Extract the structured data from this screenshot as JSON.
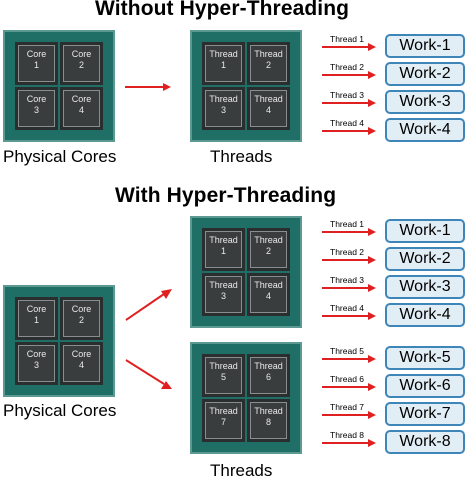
{
  "top": {
    "title": "Without Hyper-Threading",
    "cores": [
      "Core\n1",
      "Core\n2",
      "Core\n3",
      "Core\n4"
    ],
    "threads": [
      "Thread\n1",
      "Thread\n2",
      "Thread\n3",
      "Thread\n4"
    ],
    "physical_label": "Physical Cores",
    "threads_label": "Threads",
    "arrows": [
      "Thread 1",
      "Thread 2",
      "Thread 3",
      "Thread 4"
    ],
    "works": [
      "Work-1",
      "Work-2",
      "Work-3",
      "Work-4"
    ]
  },
  "bottom": {
    "title": "With Hyper-Threading",
    "cores": [
      "Core\n1",
      "Core\n2",
      "Core\n3",
      "Core\n4"
    ],
    "threads_a": [
      "Thread\n1",
      "Thread\n2",
      "Thread\n3",
      "Thread\n4"
    ],
    "threads_b": [
      "Thread\n5",
      "Thread\n6",
      "Thread\n7",
      "Thread\n8"
    ],
    "physical_label": "Physical Cores",
    "threads_label": "Threads",
    "arrows": [
      "Thread 1",
      "Thread 2",
      "Thread 3",
      "Thread 4",
      "Thread 5",
      "Thread 6",
      "Thread 7",
      "Thread 8"
    ],
    "works": [
      "Work-1",
      "Work-2",
      "Work-3",
      "Work-4",
      "Work-5",
      "Work-6",
      "Work-7",
      "Work-8"
    ]
  },
  "colors": {
    "board": "#1f6f66",
    "arrow": "#e02020",
    "work_border": "#3f86b8",
    "work_fill": "#e2eef6"
  }
}
